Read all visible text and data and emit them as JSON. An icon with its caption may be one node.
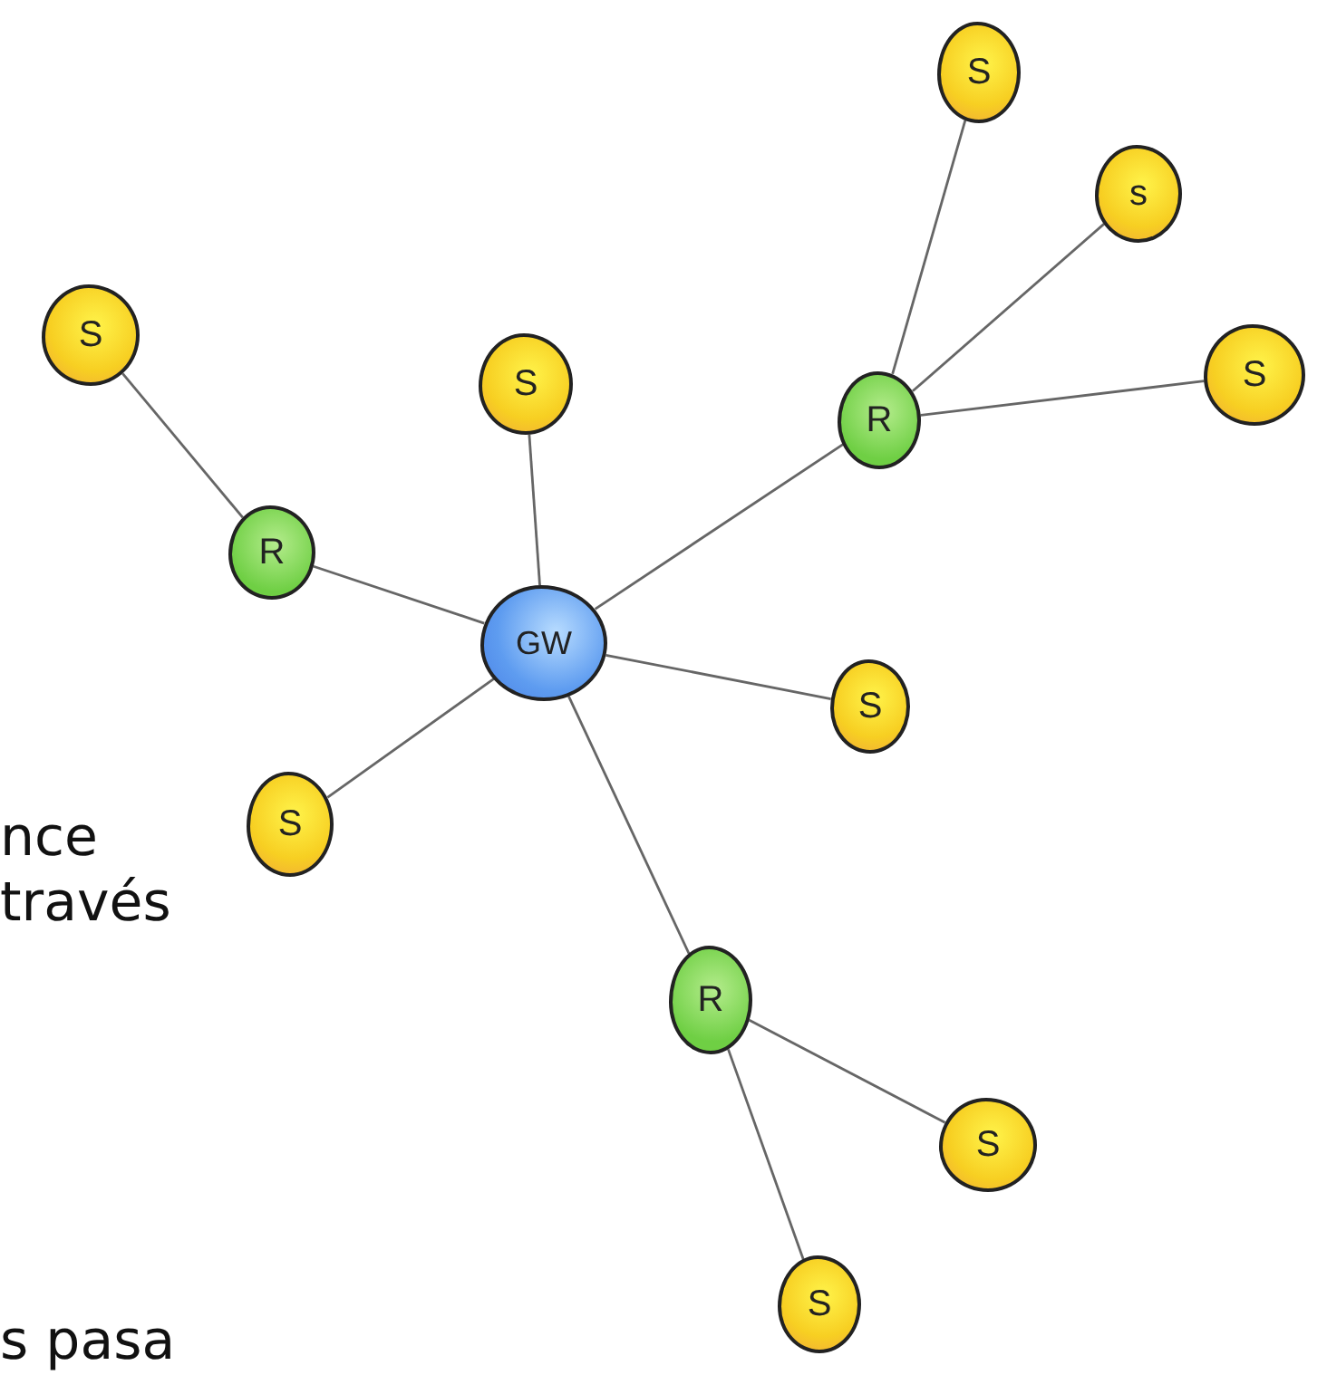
{
  "diagram": {
    "nodes": [
      {
        "text": [
          "GW"
        ]
      },
      {
        "text": [
          "R"
        ]
      },
      {
        "text": [
          "S"
        ]
      },
      {
        "text": [
          "S"
        ]
      },
      {
        "text": [
          "R"
        ]
      },
      {
        "text": [
          "S"
        ]
      },
      {
        "text": [
          "s"
        ]
      },
      {
        "text": [
          "S"
        ]
      },
      {
        "text": [
          "S"
        ]
      },
      {
        "text": [
          "S"
        ]
      },
      {
        "text": [
          "R"
        ]
      },
      {
        "text": [
          "S"
        ]
      },
      {
        "text": [
          "S"
        ]
      }
    ],
    "edges": [
      {
        "from": 0,
        "to": 1,
        "arrow": "none"
      },
      {
        "from": 1,
        "to": 2,
        "arrow": "none"
      },
      {
        "from": 0,
        "to": 3,
        "arrow": "none"
      },
      {
        "from": 0,
        "to": 4,
        "arrow": "none"
      },
      {
        "from": 4,
        "to": 5,
        "arrow": "none"
      },
      {
        "from": 4,
        "to": 6,
        "arrow": "none"
      },
      {
        "from": 4,
        "to": 7,
        "arrow": "none"
      },
      {
        "from": 0,
        "to": 8,
        "arrow": "none"
      },
      {
        "from": 0,
        "to": 9,
        "arrow": "none"
      },
      {
        "from": 0,
        "to": 10,
        "arrow": "none"
      },
      {
        "from": 10,
        "to": 11,
        "arrow": "none"
      },
      {
        "from": 10,
        "to": 12,
        "arrow": "none"
      }
    ],
    "labels": [
      "nce",
      "través",
      "s pasa"
    ]
  }
}
